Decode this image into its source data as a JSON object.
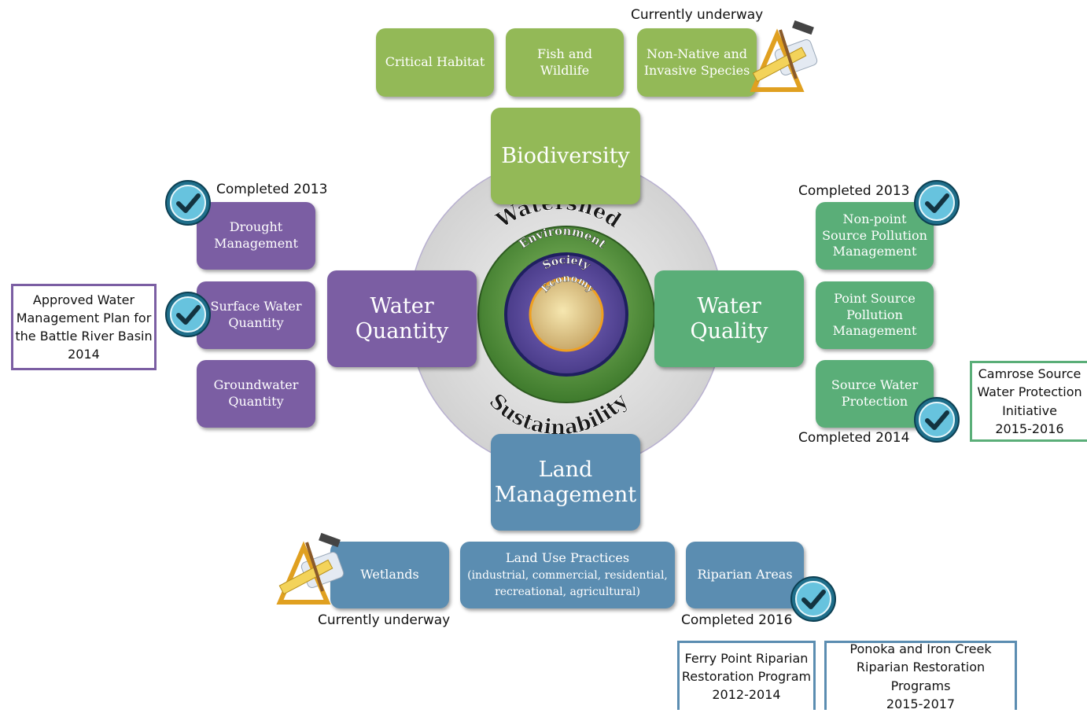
{
  "center": {
    "outer_top": "Watershed",
    "outer_bottom": "Sustainability",
    "ring1": "Environment",
    "ring2": "Society",
    "ring3": "Economy"
  },
  "themes": {
    "biodiversity": "Biodiversity",
    "water_quantity": [
      "Water",
      "Quantity"
    ],
    "water_quality": [
      "Water",
      "Quality"
    ],
    "land_management": [
      "Land",
      "Management"
    ]
  },
  "biodiversity_topics": {
    "critical_habitat": "Critical Habitat",
    "fish_wildlife": [
      "Fish and",
      "Wildlife"
    ],
    "invasive": [
      "Non-Native and",
      "Invasive Species"
    ]
  },
  "water_quantity_topics": {
    "drought": [
      "Drought",
      "Management"
    ],
    "surface": [
      "Surface Water",
      "Quantity"
    ],
    "groundwater": [
      "Groundwater",
      "Quantity"
    ]
  },
  "water_quality_topics": {
    "nonpoint": [
      "Non-point",
      "Source Pollution",
      "Management"
    ],
    "point": [
      "Point Source",
      "Pollution",
      "Management"
    ],
    "source": [
      "Source Water",
      "Protection"
    ]
  },
  "land_topics": {
    "wetlands": "Wetlands",
    "land_use": [
      "Land Use Practices",
      "(industrial, commercial, residential,",
      "recreational, agricultural)"
    ],
    "riparian": "Riparian Areas"
  },
  "status": {
    "invasive": "Currently underway",
    "drought": "Completed 2013",
    "nonpoint": "Completed 2013",
    "source": "Completed 2014",
    "wetlands": "Currently underway",
    "riparian": "Completed 2016"
  },
  "notes": {
    "water_plan": [
      "Approved Water",
      "Management Plan for",
      "the Battle River Basin",
      "2014"
    ],
    "camrose": [
      "Camrose Source",
      "Water Protection",
      "Initiative",
      "2015-2016"
    ],
    "ferry_point": [
      "Ferry Point Riparian",
      "Restoration Program",
      "2012-2014"
    ],
    "ponoka": [
      "Ponoka and Iron Creek",
      "Riparian Restoration Programs",
      "2015-2017"
    ]
  },
  "icons": {
    "check": "checkmark-badge-icon",
    "in_progress": "drafting-tools-icon"
  },
  "colors": {
    "biodiversity": "#93b957",
    "water_quantity": "#7b5ea3",
    "water_quality": "#5aae78",
    "land_management": "#5b8db1"
  }
}
